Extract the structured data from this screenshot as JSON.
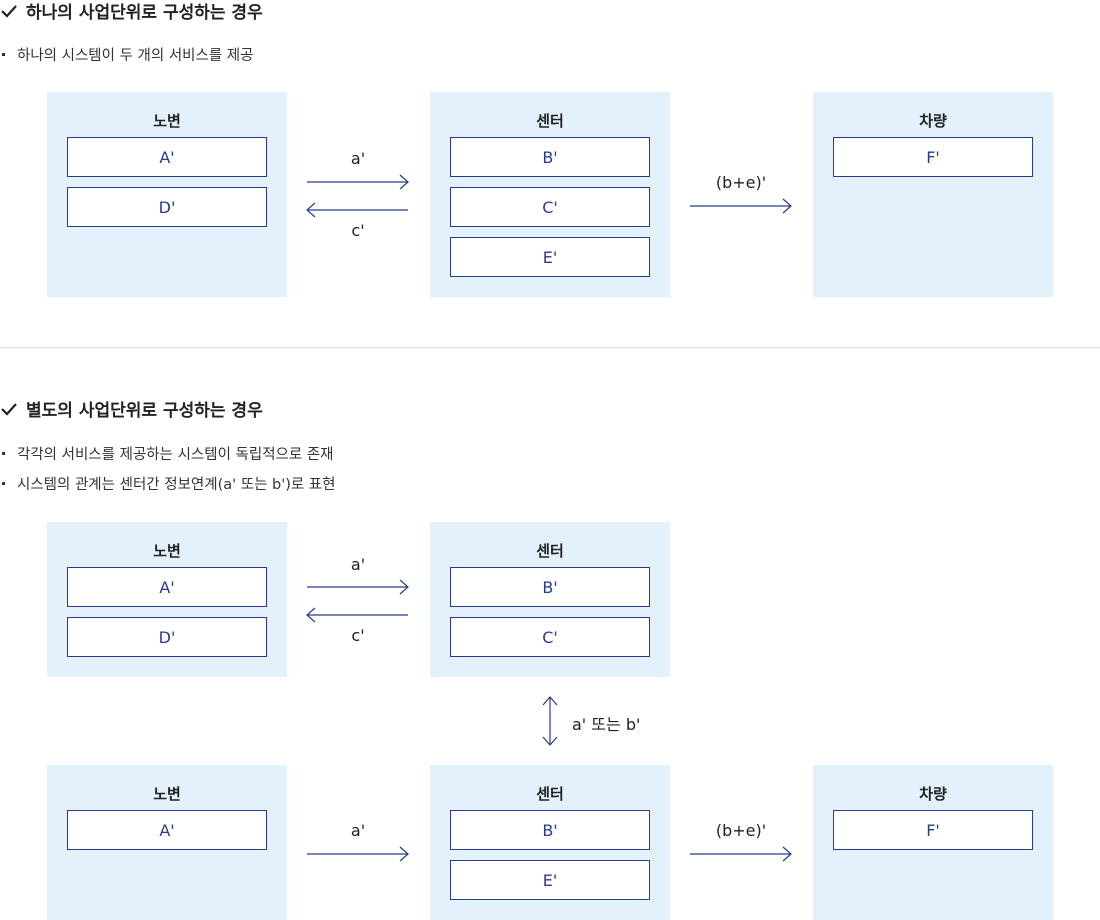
{
  "section1": {
    "title": "하나의 사업단위로 구성하는 경우",
    "bullets": [
      "하나의 시스템이 두 개의 서비스를 제공"
    ],
    "panels": {
      "left": {
        "title": "노변",
        "cells": [
          "A'",
          "D'"
        ]
      },
      "center": {
        "title": "센터",
        "cells": [
          "B'",
          "C'",
          "E'"
        ]
      },
      "right": {
        "title": "차량",
        "cells": [
          "F'"
        ]
      }
    },
    "arrow_labels": {
      "forward": "a'",
      "back": "c'",
      "vehicle": "(b+e)'"
    }
  },
  "section2": {
    "title": "별도의 사업단위로 구성하는 경우",
    "bullets": [
      "각각의 서비스를 제공하는 시스템이 독립적으로 존재",
      "시스템의 관계는 센터간 정보연계(a' 또는 b')로 표현"
    ],
    "top_panels": {
      "left": {
        "title": "노변",
        "cells": [
          "A'",
          "D'"
        ]
      },
      "center": {
        "title": "센터",
        "cells": [
          "B'",
          "C'"
        ]
      }
    },
    "top_arrow_labels": {
      "forward": "a'",
      "back": "c'"
    },
    "link_label": "a' 또는 b'",
    "bottom_panels": {
      "left": {
        "title": "노변",
        "cells": [
          "A'"
        ]
      },
      "center": {
        "title": "센터",
        "cells": [
          "B'",
          "E'"
        ]
      },
      "right": {
        "title": "차량",
        "cells": [
          "F'"
        ]
      }
    },
    "bottom_arrow_labels": {
      "forward": "a'",
      "vehicle": "(b+e)'"
    }
  },
  "colors": {
    "panel_bg": "#e3f1fa",
    "accent": "#2b3a8c",
    "divider": "#dddddd"
  }
}
